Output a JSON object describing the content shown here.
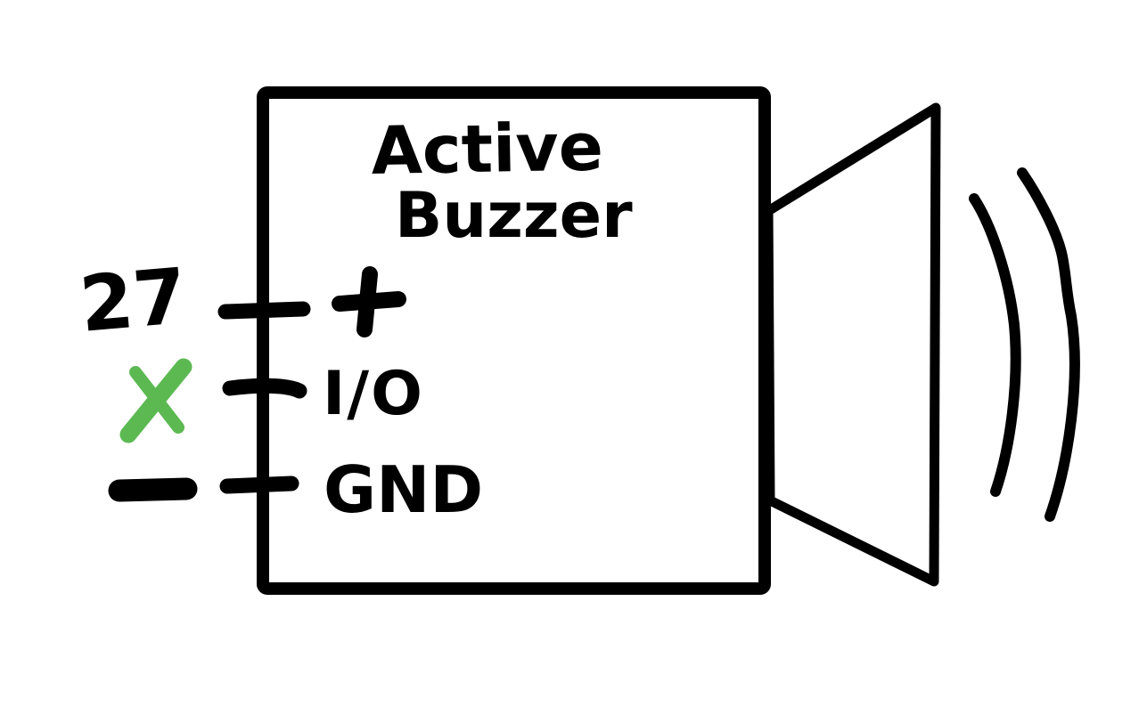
{
  "component": "Active Buzzer",
  "title": {
    "line1": "Active",
    "line2": "Buzzer"
  },
  "pins": {
    "plus": {
      "label": "+",
      "external_marker": "27"
    },
    "io": {
      "label": "I/O",
      "external_marker": "X"
    },
    "gnd": {
      "label": "GND",
      "external_marker": "−"
    }
  },
  "colors": {
    "ink": "#000000",
    "x_marker_green": "#5cb952",
    "background": "#ffffff"
  }
}
